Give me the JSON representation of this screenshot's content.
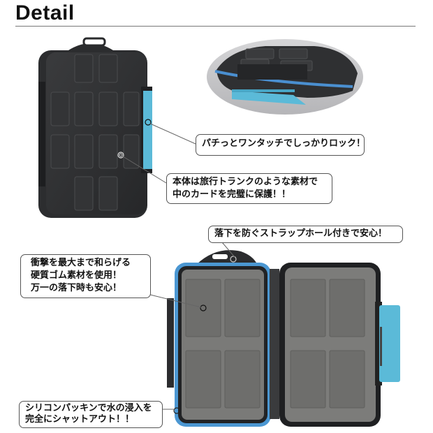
{
  "header": {
    "title": "Detail"
  },
  "callouts": {
    "lock": "パチっとワンタッチでしっかりロック！",
    "body_line1": "本体は旅行トランクのような素材で",
    "body_line2": "中のカードを完璧に保護！！",
    "strap": "落下を防ぐストラップホール付きで安心！",
    "shock_line1": "衝撃を最大まで和らげる",
    "shock_line2": "硬質ゴム素材を使用！",
    "shock_line3": "万一の落下時も安心！",
    "seal_line1": "シリコンパッキンで水の浸入を",
    "seal_line2": "完全にシャットアウト！！"
  },
  "colors": {
    "case_body": "#2e2f31",
    "accent_blue": "#4aa3cf",
    "latch_cyan": "#5bbad8",
    "tray_gray": "#7c7c7a"
  }
}
